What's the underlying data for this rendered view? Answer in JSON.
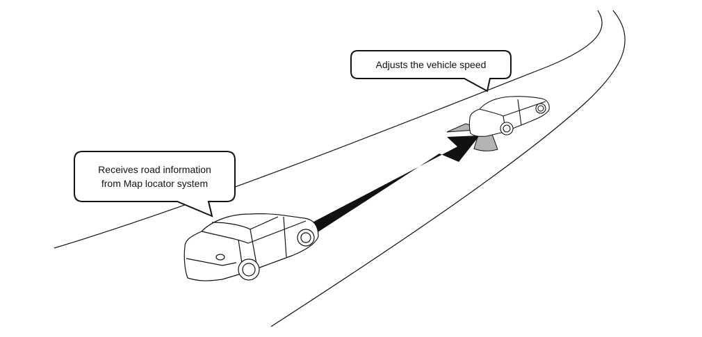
{
  "callouts": {
    "host_vehicle": {
      "line1": "Receives road information",
      "line2": "from Map locator system"
    },
    "preceding_vehicle": {
      "text": "Adjusts the vehicle speed"
    }
  },
  "colors": {
    "line": "#111111",
    "sensor": "#b3b3b3",
    "arrow": "#111111"
  }
}
